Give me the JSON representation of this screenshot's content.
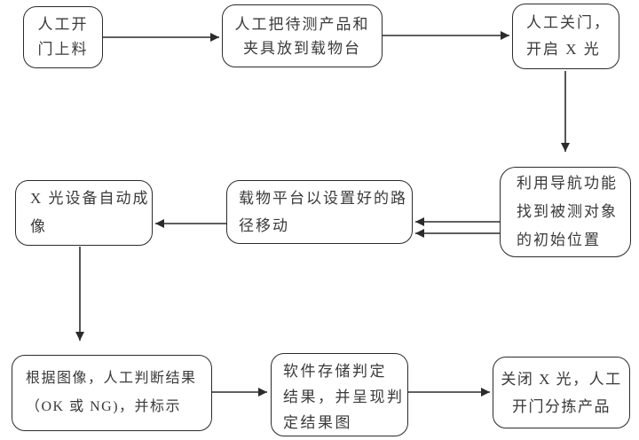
{
  "flowchart": {
    "colors": {
      "line": "#2b2b2b",
      "text": "#3a3a3a",
      "box-fill": "#ffffff",
      "background": "#ffffff"
    },
    "steps": [
      {
        "id": "step-1",
        "text": "人工开\n门上料"
      },
      {
        "id": "step-2",
        "text": "人工把待测产品和\n夹具放到载物台"
      },
      {
        "id": "step-3",
        "text": "人工关门，\n开启 X 光"
      },
      {
        "id": "step-4",
        "text": "利用导航功能\n找到被测对象\n的初始位置"
      },
      {
        "id": "step-5",
        "text": "载物平台以设置好的路\n径移动"
      },
      {
        "id": "step-6",
        "text": "X 光设备自动成\n像"
      },
      {
        "id": "step-7",
        "text": "根据图像，人工判断结果\n（OK 或 NG)，并标示"
      },
      {
        "id": "step-8",
        "text": "软件存储判定\n结果，并呈现判\n定结果图"
      },
      {
        "id": "step-9",
        "text": "关闭 X 光，人工\n开门分拣产品"
      }
    ],
    "connections": [
      {
        "from": "step-1",
        "to": "step-2",
        "arrows": 1,
        "direction": "right"
      },
      {
        "from": "step-2",
        "to": "step-3",
        "arrows": 1,
        "direction": "right"
      },
      {
        "from": "step-3",
        "to": "step-4",
        "arrows": 1,
        "direction": "down"
      },
      {
        "from": "step-4",
        "to": "step-5",
        "arrows": 2,
        "direction": "left"
      },
      {
        "from": "step-5",
        "to": "step-6",
        "arrows": 1,
        "direction": "left"
      },
      {
        "from": "step-6",
        "to": "step-7",
        "arrows": 1,
        "direction": "down"
      },
      {
        "from": "step-7",
        "to": "step-8",
        "arrows": 1,
        "direction": "right"
      },
      {
        "from": "step-8",
        "to": "step-9",
        "arrows": 1,
        "direction": "right"
      }
    ]
  }
}
